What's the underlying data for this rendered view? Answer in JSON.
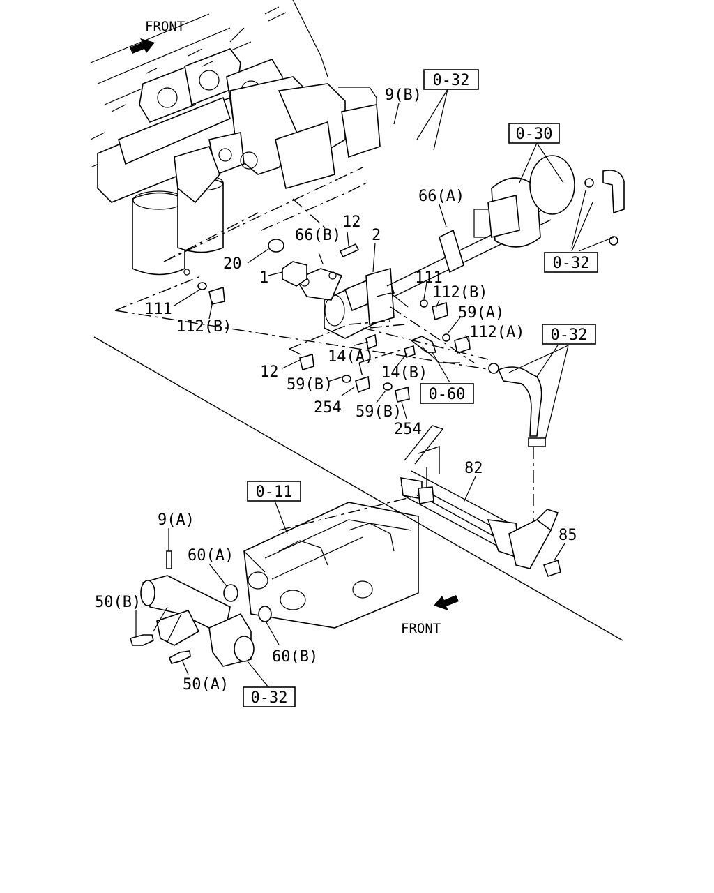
{
  "front_labels": {
    "top": "FRONT",
    "bottom": "FRONT"
  },
  "ref_boxes": {
    "r1": "0-32",
    "r2": "0-30",
    "r3": "0-32",
    "r4": "0-32",
    "r5": "0-60",
    "r6": "0-11",
    "r7": "0-32"
  },
  "part_labels": {
    "p9b": "9(B)",
    "p66a": "66(A)",
    "p12a": "12",
    "p66b": "66(B)",
    "p2": "2",
    "p20": "20",
    "p1": "1",
    "p111a": "111",
    "p112b_a": "112(B)",
    "p111b": "111",
    "p112b_b": "112(B)",
    "p59a": "59(A)",
    "p112a": "112(A)",
    "p14a": "14(A)",
    "p12b": "12",
    "p14b": "14(B)",
    "p59b_a": "59(B)",
    "p254a": "254",
    "p59b_b": "59(B)",
    "p254b": "254",
    "p82": "82",
    "p85": "85",
    "p9a": "9(A)",
    "p60a": "60(A)",
    "p50b": "50(B)",
    "p60b": "60(B)",
    "p50a": "50(A)"
  }
}
